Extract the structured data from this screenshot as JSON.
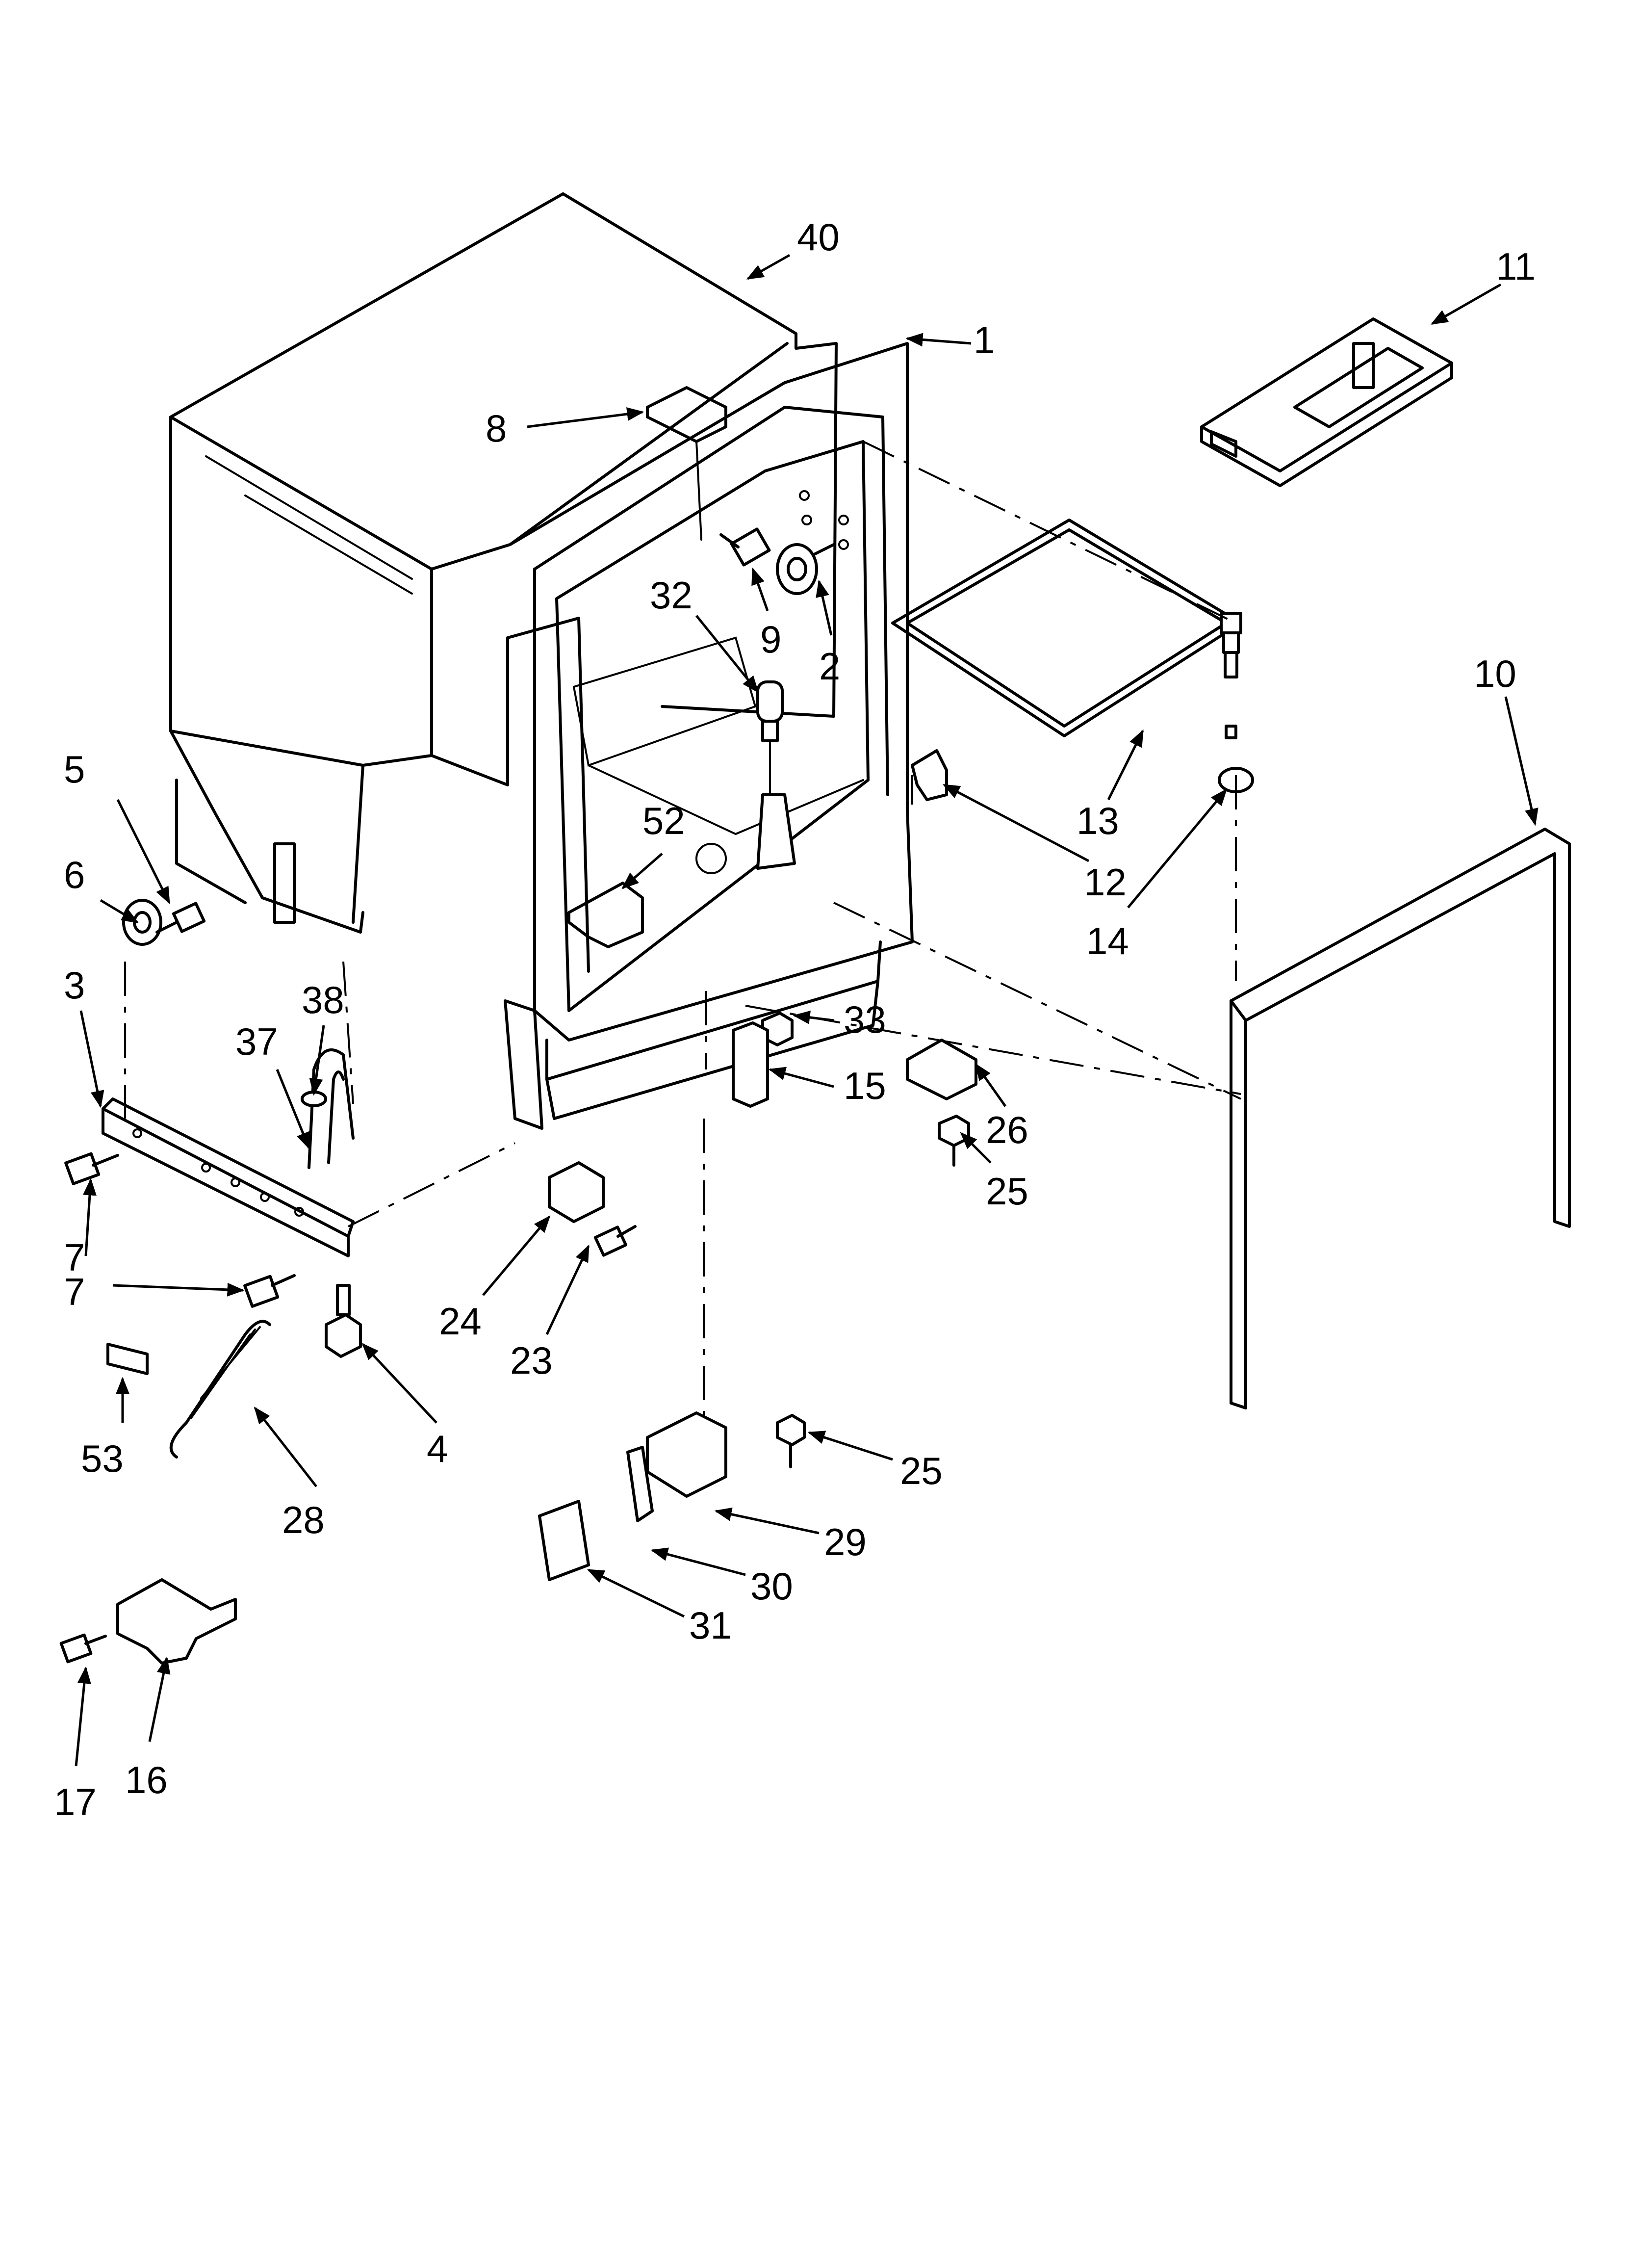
{
  "callouts": [
    {
      "label": "40"
    },
    {
      "label": "1"
    },
    {
      "label": "11"
    },
    {
      "label": "8"
    },
    {
      "label": "9"
    },
    {
      "label": "2"
    },
    {
      "label": "32"
    },
    {
      "label": "10"
    },
    {
      "label": "13"
    },
    {
      "label": "12"
    },
    {
      "label": "14"
    },
    {
      "label": "5"
    },
    {
      "label": "6"
    },
    {
      "label": "52"
    },
    {
      "label": "3"
    },
    {
      "label": "38"
    },
    {
      "label": "37"
    },
    {
      "label": "33"
    },
    {
      "label": "15"
    },
    {
      "label": "26"
    },
    {
      "label": "25"
    },
    {
      "label": "7"
    },
    {
      "label": "7"
    },
    {
      "label": "24"
    },
    {
      "label": "23"
    },
    {
      "label": "4"
    },
    {
      "label": "53"
    },
    {
      "label": "28"
    },
    {
      "label": "25"
    },
    {
      "label": "29"
    },
    {
      "label": "30"
    },
    {
      "label": "31"
    },
    {
      "label": "17"
    },
    {
      "label": "16"
    }
  ]
}
